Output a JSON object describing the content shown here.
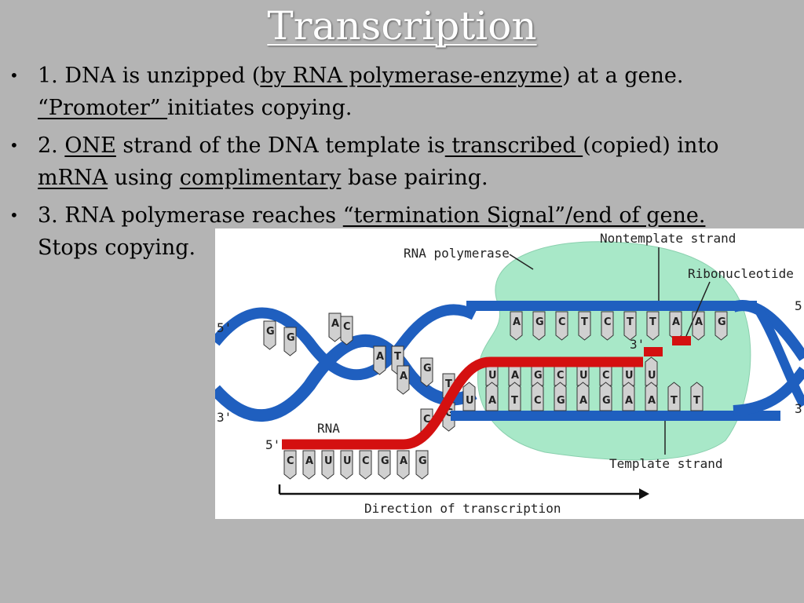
{
  "slide": {
    "title": "Transcription",
    "bullets": [
      {
        "num": "1.",
        "t1": "DNA is unzipped (",
        "u1": "by RNA polymerase-enzyme",
        "t2": ") at a gene.",
        "u2": "“Promoter” ",
        "t3": "initiates copying."
      },
      {
        "num": "2.",
        "u1": "ONE",
        "t1": " strand of the DNA template is",
        "u2": " transcribed ",
        "t2": "(copied) into",
        "u3": "mRNA",
        "t3": " using ",
        "u4": "complimentary",
        "t4": " base pairing."
      },
      {
        "num": "3.",
        "t1": "RNA polymerase reaches ",
        "u1": "“termination Signal”/end of gene.",
        "t2": "Stops copying."
      }
    ]
  },
  "diagram": {
    "labels": {
      "nontemplate": "Nontemplate strand",
      "polymerase": "RNA polymerase",
      "ribonucleotide": "Ribonucleotide",
      "rna": "RNA",
      "template": "Template strand",
      "direction": "Direction of transcription",
      "five_left": "5'",
      "three_left": "3'",
      "five_rna": "5'",
      "three_rna": "3'",
      "five_right": "5",
      "three_right": "3"
    },
    "top_bases": [
      "A",
      "G",
      "C",
      "T",
      "C",
      "T",
      "T",
      "A",
      "A",
      "G"
    ],
    "rna_bases_upper": [
      "U",
      "A",
      "G",
      "C",
      "U",
      "C",
      "U",
      "U"
    ],
    "template_bases": [
      "U",
      "A",
      "T",
      "C",
      "G",
      "A",
      "G",
      "A",
      "A",
      "T",
      "T"
    ],
    "rna_tail": [
      "C",
      "A",
      "U",
      "U",
      "C",
      "G",
      "A",
      "G"
    ],
    "left_helix_bases": [
      "G",
      "G",
      "A",
      "C",
      "A",
      "T",
      "A",
      "G",
      "T",
      "C",
      "G"
    ],
    "colors": {
      "dna": "#1f5fbf",
      "rna": "#d41010",
      "polymerase": "#a8e8c8",
      "base_fill": "#d0d0d0",
      "background": "#b4b4b4"
    }
  }
}
